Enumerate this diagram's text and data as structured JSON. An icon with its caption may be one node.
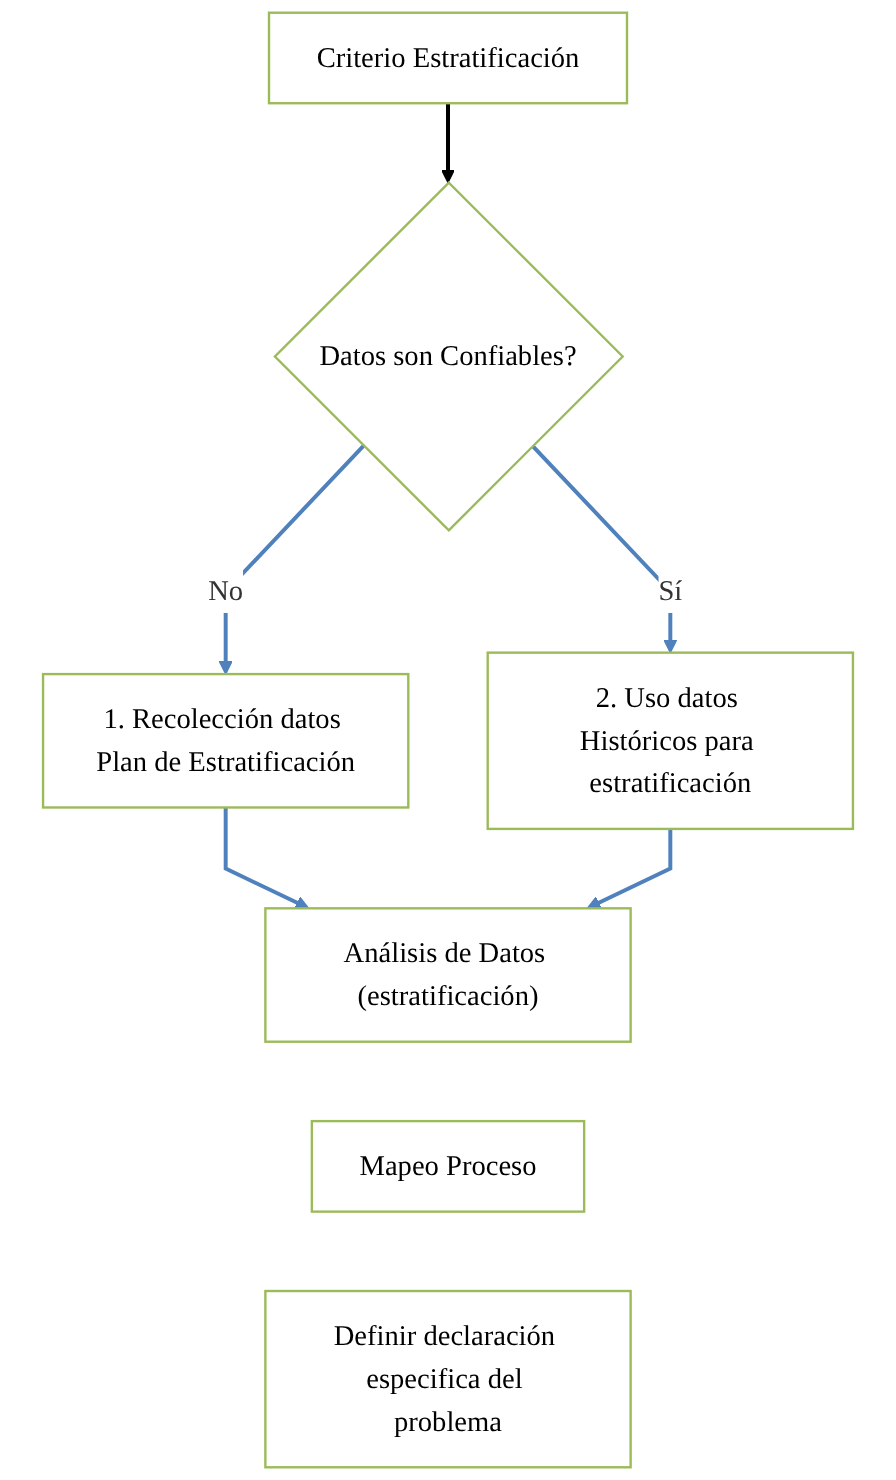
{
  "diagram": {
    "nodes": [
      {
        "text": [
          "Criterio Estratificación"
        ]
      },
      {
        "text": [
          "Datos son Confiables?"
        ]
      },
      {
        "text": [
          "1. Recolección datos Plan de Estratificación"
        ]
      },
      {
        "text": [
          "2. Uso datos Históricos para estratificación"
        ]
      },
      {
        "text": [
          "Análisis de Datos (estratificación)"
        ]
      },
      {
        "text": [
          "Mapeo Proceso"
        ]
      },
      {
        "text": [
          "Definir declaración especifica del problema"
        ]
      }
    ],
    "edges": [
      {
        "from": 0,
        "to": 1,
        "arrow": "to",
        "color": "#000000"
      },
      {
        "from": 1,
        "to": 2,
        "arrow": "to",
        "label": "No"
      },
      {
        "from": 1,
        "to": 3,
        "arrow": "to",
        "label": "Sí"
      },
      {
        "from": 2,
        "to": 4,
        "arrow": "to"
      },
      {
        "from": 3,
        "to": 4,
        "arrow": "to"
      }
    ]
  }
}
